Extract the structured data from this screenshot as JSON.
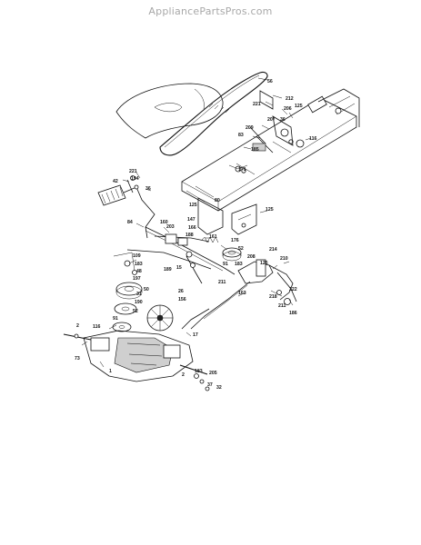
{
  "watermark": {
    "text": "AppliancePartsPros.com",
    "color": "#a8a8a8"
  },
  "diagram": {
    "callouts": [
      {
        "id": "c56",
        "text": "56"
      },
      {
        "id": "c212",
        "text": "212"
      },
      {
        "id": "c221a",
        "text": "221"
      },
      {
        "id": "c206",
        "text": "206"
      },
      {
        "id": "c125a",
        "text": "125"
      },
      {
        "id": "c207",
        "text": "207"
      },
      {
        "id": "c36a",
        "text": "36"
      },
      {
        "id": "c209",
        "text": "209"
      },
      {
        "id": "c83",
        "text": "83"
      },
      {
        "id": "c116a",
        "text": "116"
      },
      {
        "id": "c185",
        "text": "185"
      },
      {
        "id": "c171",
        "text": "171"
      },
      {
        "id": "c221b",
        "text": "221"
      },
      {
        "id": "c194",
        "text": "194"
      },
      {
        "id": "c42",
        "text": "42"
      },
      {
        "id": "c36b",
        "text": "36"
      },
      {
        "id": "c80",
        "text": "80"
      },
      {
        "id": "c125b",
        "text": "125"
      },
      {
        "id": "c125c",
        "text": "125"
      },
      {
        "id": "c84",
        "text": "84"
      },
      {
        "id": "c160",
        "text": "160"
      },
      {
        "id": "c147",
        "text": "147"
      },
      {
        "id": "c203",
        "text": "203"
      },
      {
        "id": "c166",
        "text": "166"
      },
      {
        "id": "c188",
        "text": "188"
      },
      {
        "id": "c161",
        "text": "161"
      },
      {
        "id": "c176",
        "text": "176"
      },
      {
        "id": "c189",
        "text": "189"
      },
      {
        "id": "c15",
        "text": "15"
      },
      {
        "id": "c52a",
        "text": "52"
      },
      {
        "id": "c109",
        "text": "109"
      },
      {
        "id": "c183a",
        "text": "183"
      },
      {
        "id": "c48",
        "text": "48"
      },
      {
        "id": "c197",
        "text": "197"
      },
      {
        "id": "c50",
        "text": "50"
      },
      {
        "id": "c208",
        "text": "208"
      },
      {
        "id": "c214",
        "text": "214"
      },
      {
        "id": "c210",
        "text": "210"
      },
      {
        "id": "c91",
        "text": "91"
      },
      {
        "id": "c183b",
        "text": "183"
      },
      {
        "id": "c126",
        "text": "126"
      },
      {
        "id": "c211a",
        "text": "211"
      },
      {
        "id": "c222",
        "text": "222"
      },
      {
        "id": "c26",
        "text": "26"
      },
      {
        "id": "c156",
        "text": "156"
      },
      {
        "id": "c163",
        "text": "163"
      },
      {
        "id": "c218",
        "text": "218"
      },
      {
        "id": "c211b",
        "text": "211"
      },
      {
        "id": "c31",
        "text": "31"
      },
      {
        "id": "c190",
        "text": "190"
      },
      {
        "id": "c52b",
        "text": "52"
      },
      {
        "id": "c186",
        "text": "186"
      },
      {
        "id": "c91b",
        "text": "91"
      },
      {
        "id": "c116b",
        "text": "116"
      },
      {
        "id": "c2a",
        "text": "2"
      },
      {
        "id": "c17",
        "text": "17"
      },
      {
        "id": "c73",
        "text": "73"
      },
      {
        "id": "c1",
        "text": "1"
      },
      {
        "id": "c183c",
        "text": "183"
      },
      {
        "id": "c2b",
        "text": "2"
      },
      {
        "id": "c205",
        "text": "205"
      },
      {
        "id": "c37",
        "text": "37"
      },
      {
        "id": "c32",
        "text": "32"
      }
    ]
  }
}
